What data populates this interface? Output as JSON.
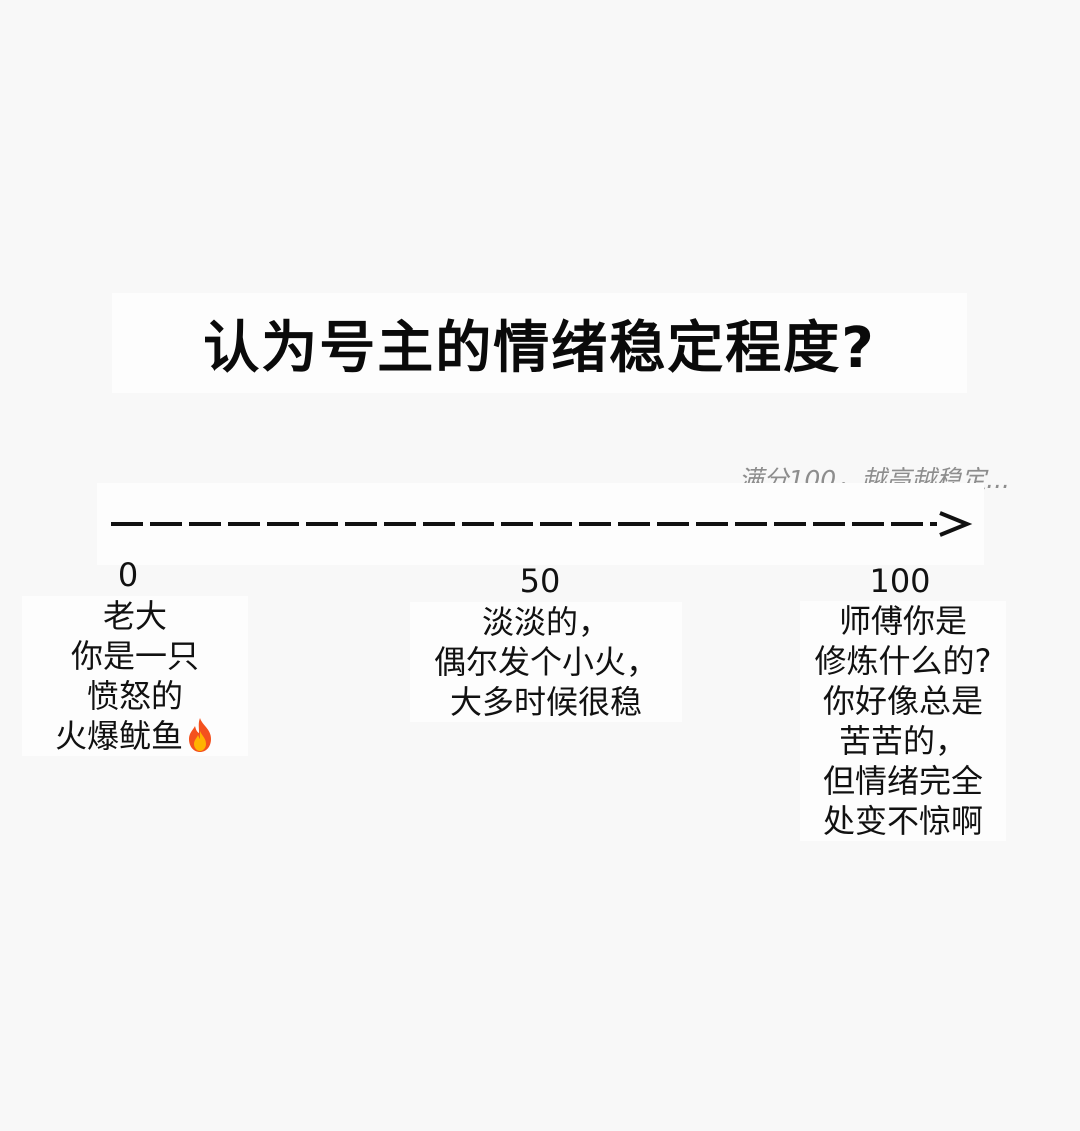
{
  "title": "认为号主的情绪稳定程度?",
  "note": "满分100，越高越稳定...",
  "axis": {
    "ticks": [
      {
        "label": "0",
        "lines": [
          "老大",
          "你是一只",
          "愤怒的",
          "火爆鱿鱼"
        ],
        "icon": "fire-icon"
      },
      {
        "label": "50",
        "lines": [
          "淡淡的，",
          "偶尔发个小火，",
          "大多时候很稳"
        ]
      },
      {
        "label": "100",
        "lines": [
          "师傅你是",
          "修炼什么的?",
          "你好像总是",
          "苦苦的，",
          "但情绪完全",
          "处变不惊啊"
        ]
      }
    ]
  },
  "colors": {
    "background": "#f8f8f8",
    "text": "#111111",
    "note": "#8d8d8d",
    "fire_outer": "#f4511e",
    "fire_inner": "#ffb300"
  }
}
